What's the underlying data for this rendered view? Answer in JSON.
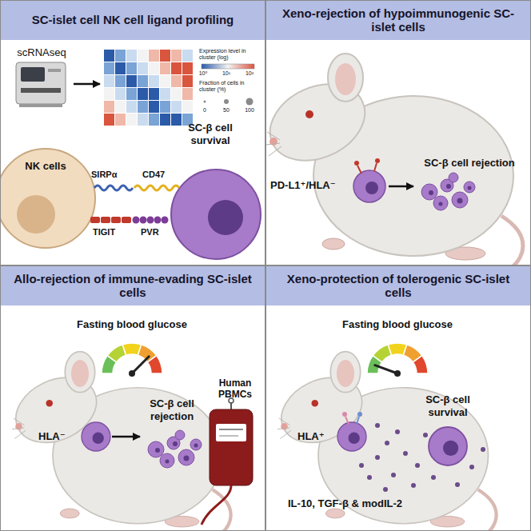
{
  "diagram": {
    "nodes": [
      {
        "text": [
          "SC-islet cell NK cell ligand profiling"
        ]
      },
      {
        "text": [
          "scRNAseq"
        ],
        "in": 0
      },
      {
        "text": [
          "Expression level in cluster (log)",
          "Fraction of cells in cluster (%)"
        ],
        "in": 0
      },
      {
        "text": [
          "NK cells"
        ],
        "in": 0
      },
      {
        "text": [
          "SC-β cell survival"
        ],
        "in": 0
      },
      {
        "text": [
          "Xeno-rejection of hypoimmunogenic SC-islet cells"
        ]
      },
      {
        "text": [
          "PD-L1⁺/HLA⁻"
        ],
        "in": 5
      },
      {
        "text": [
          "SC-β cell rejection"
        ],
        "in": 5
      },
      {
        "text": [
          "Allo-rejection of immune-evading SC-islet cells"
        ]
      },
      {
        "text": [
          "HLA⁻"
        ],
        "in": 8
      },
      {
        "text": [
          "SC-β cell rejection"
        ],
        "in": 8
      },
      {
        "text": [
          "Human PBMCs"
        ],
        "in": 8
      },
      {
        "text": [
          "Xeno-protection of tolerogenic SC-islet cells"
        ]
      },
      {
        "text": [
          "HLA⁺"
        ],
        "in": 12
      },
      {
        "text": [
          "SC-β cell survival"
        ],
        "in": 12
      }
    ],
    "edges": [
      {
        "from": 1,
        "to": 2,
        "arrow": "to"
      },
      {
        "from": 6,
        "to": 7,
        "arrow": "to"
      },
      {
        "from": 9,
        "to": 10,
        "arrow": "to"
      }
    ],
    "labels": [
      "10⁰",
      "10¹",
      "10²",
      "0",
      "50",
      "100",
      "SIRPα",
      "CD47",
      "TIGIT",
      "PVR",
      "Fasting blood glucose",
      "Fasting blood glucose",
      "IL-10, TGF-β & modIL-2"
    ]
  }
}
